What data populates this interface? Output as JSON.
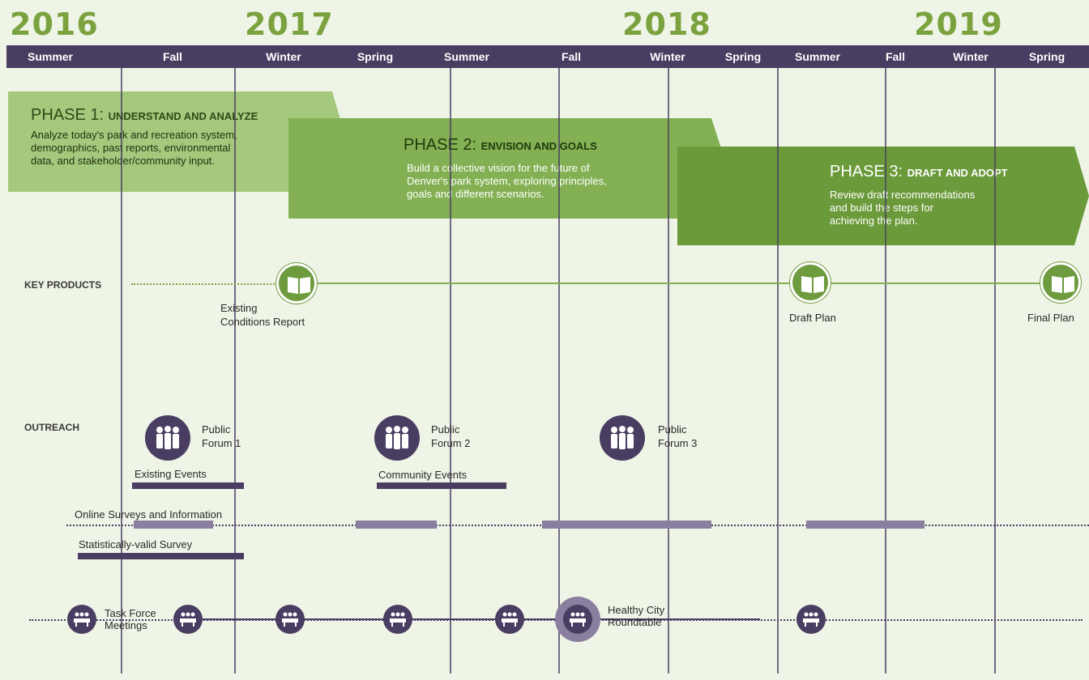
{
  "years": [
    "2016",
    "2017",
    "2018",
    "2019"
  ],
  "seasons": [
    "Summer",
    "Fall",
    "Winter",
    "Spring",
    "Summer",
    "Fall",
    "Winter",
    "Spring",
    "Summer",
    "Fall",
    "Winter",
    "Spring"
  ],
  "phases": [
    {
      "title": "PHASE 1:",
      "subtitle": "UNDERSTAND AND ANALYZE",
      "lines": [
        "Analyze today's park and recreation system,",
        "demographics, past reports, environmental",
        "data, and stakeholder/community input."
      ],
      "color": "#a4c97c"
    },
    {
      "title": "PHASE 2:",
      "subtitle": "ENVISION AND GOALS",
      "lines": [
        "Build a collective vision for the future of",
        "Denver's park system, exploring principles,",
        "goals and different scenarios."
      ],
      "color": "#82b053"
    },
    {
      "title": "PHASE 3:",
      "subtitle": "DRAFT AND ADOPT",
      "lines": [
        "Review draft recommendations",
        "and build the steps for",
        "achieving the plan."
      ],
      "color": "#6b9a3a"
    }
  ],
  "labels": {
    "key_products": "KEY PRODUCTS",
    "outreach": "OUTREACH"
  },
  "products": {
    "existing": [
      "Existing",
      "Conditions Report"
    ],
    "draft": "Draft Plan",
    "final": "Final Plan"
  },
  "forums": [
    [
      "Public",
      "Forum 1"
    ],
    [
      "Public",
      "Forum 2"
    ],
    [
      "Public",
      "Forum 3"
    ]
  ],
  "events": {
    "existing": "Existing Events",
    "community": "Community Events"
  },
  "surveys": {
    "online": "Online Surveys and Information",
    "statistical": "Statistically-valid Survey"
  },
  "meetings": {
    "task_force": [
      "Task Force",
      "Meetings"
    ],
    "healthy_city": [
      "Healthy City",
      "Roundtable"
    ]
  },
  "colors": {
    "green_light": "#a4c97c",
    "green_mid": "#82b053",
    "green_dark": "#6b9a3a",
    "purple": "#4a3d62",
    "year_green": "#7ba23f",
    "background": "#eef4e6"
  },
  "icons": {
    "product": "open-book-icon",
    "forum": "people-group-icon",
    "meeting": "meeting-table-icon"
  }
}
